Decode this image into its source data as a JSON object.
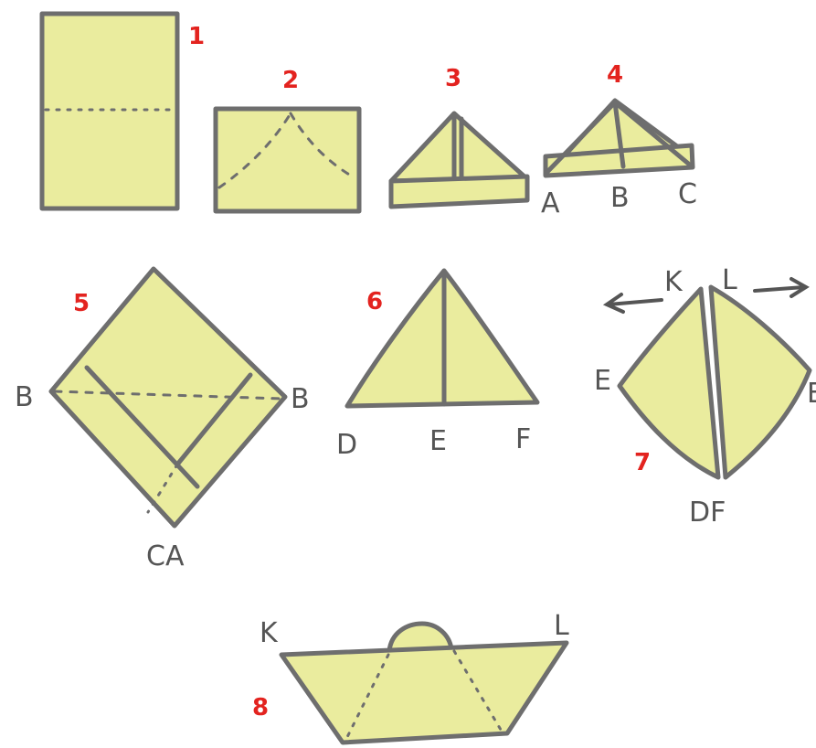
{
  "steps": [
    {
      "number": "1"
    },
    {
      "number": "2"
    },
    {
      "number": "3"
    },
    {
      "number": "4",
      "points": [
        "A",
        "B",
        "C"
      ]
    },
    {
      "number": "5",
      "points": [
        "B",
        "B",
        "CA"
      ]
    },
    {
      "number": "6",
      "points": [
        "D",
        "E",
        "F"
      ]
    },
    {
      "number": "7",
      "points": [
        "K",
        "L",
        "E",
        "E",
        "DF"
      ]
    },
    {
      "number": "8",
      "points": [
        "K",
        "L"
      ]
    }
  ],
  "colors": {
    "paper": "#eaec9e",
    "outline": "#6e6e6e",
    "step_number": "#e3231f"
  }
}
